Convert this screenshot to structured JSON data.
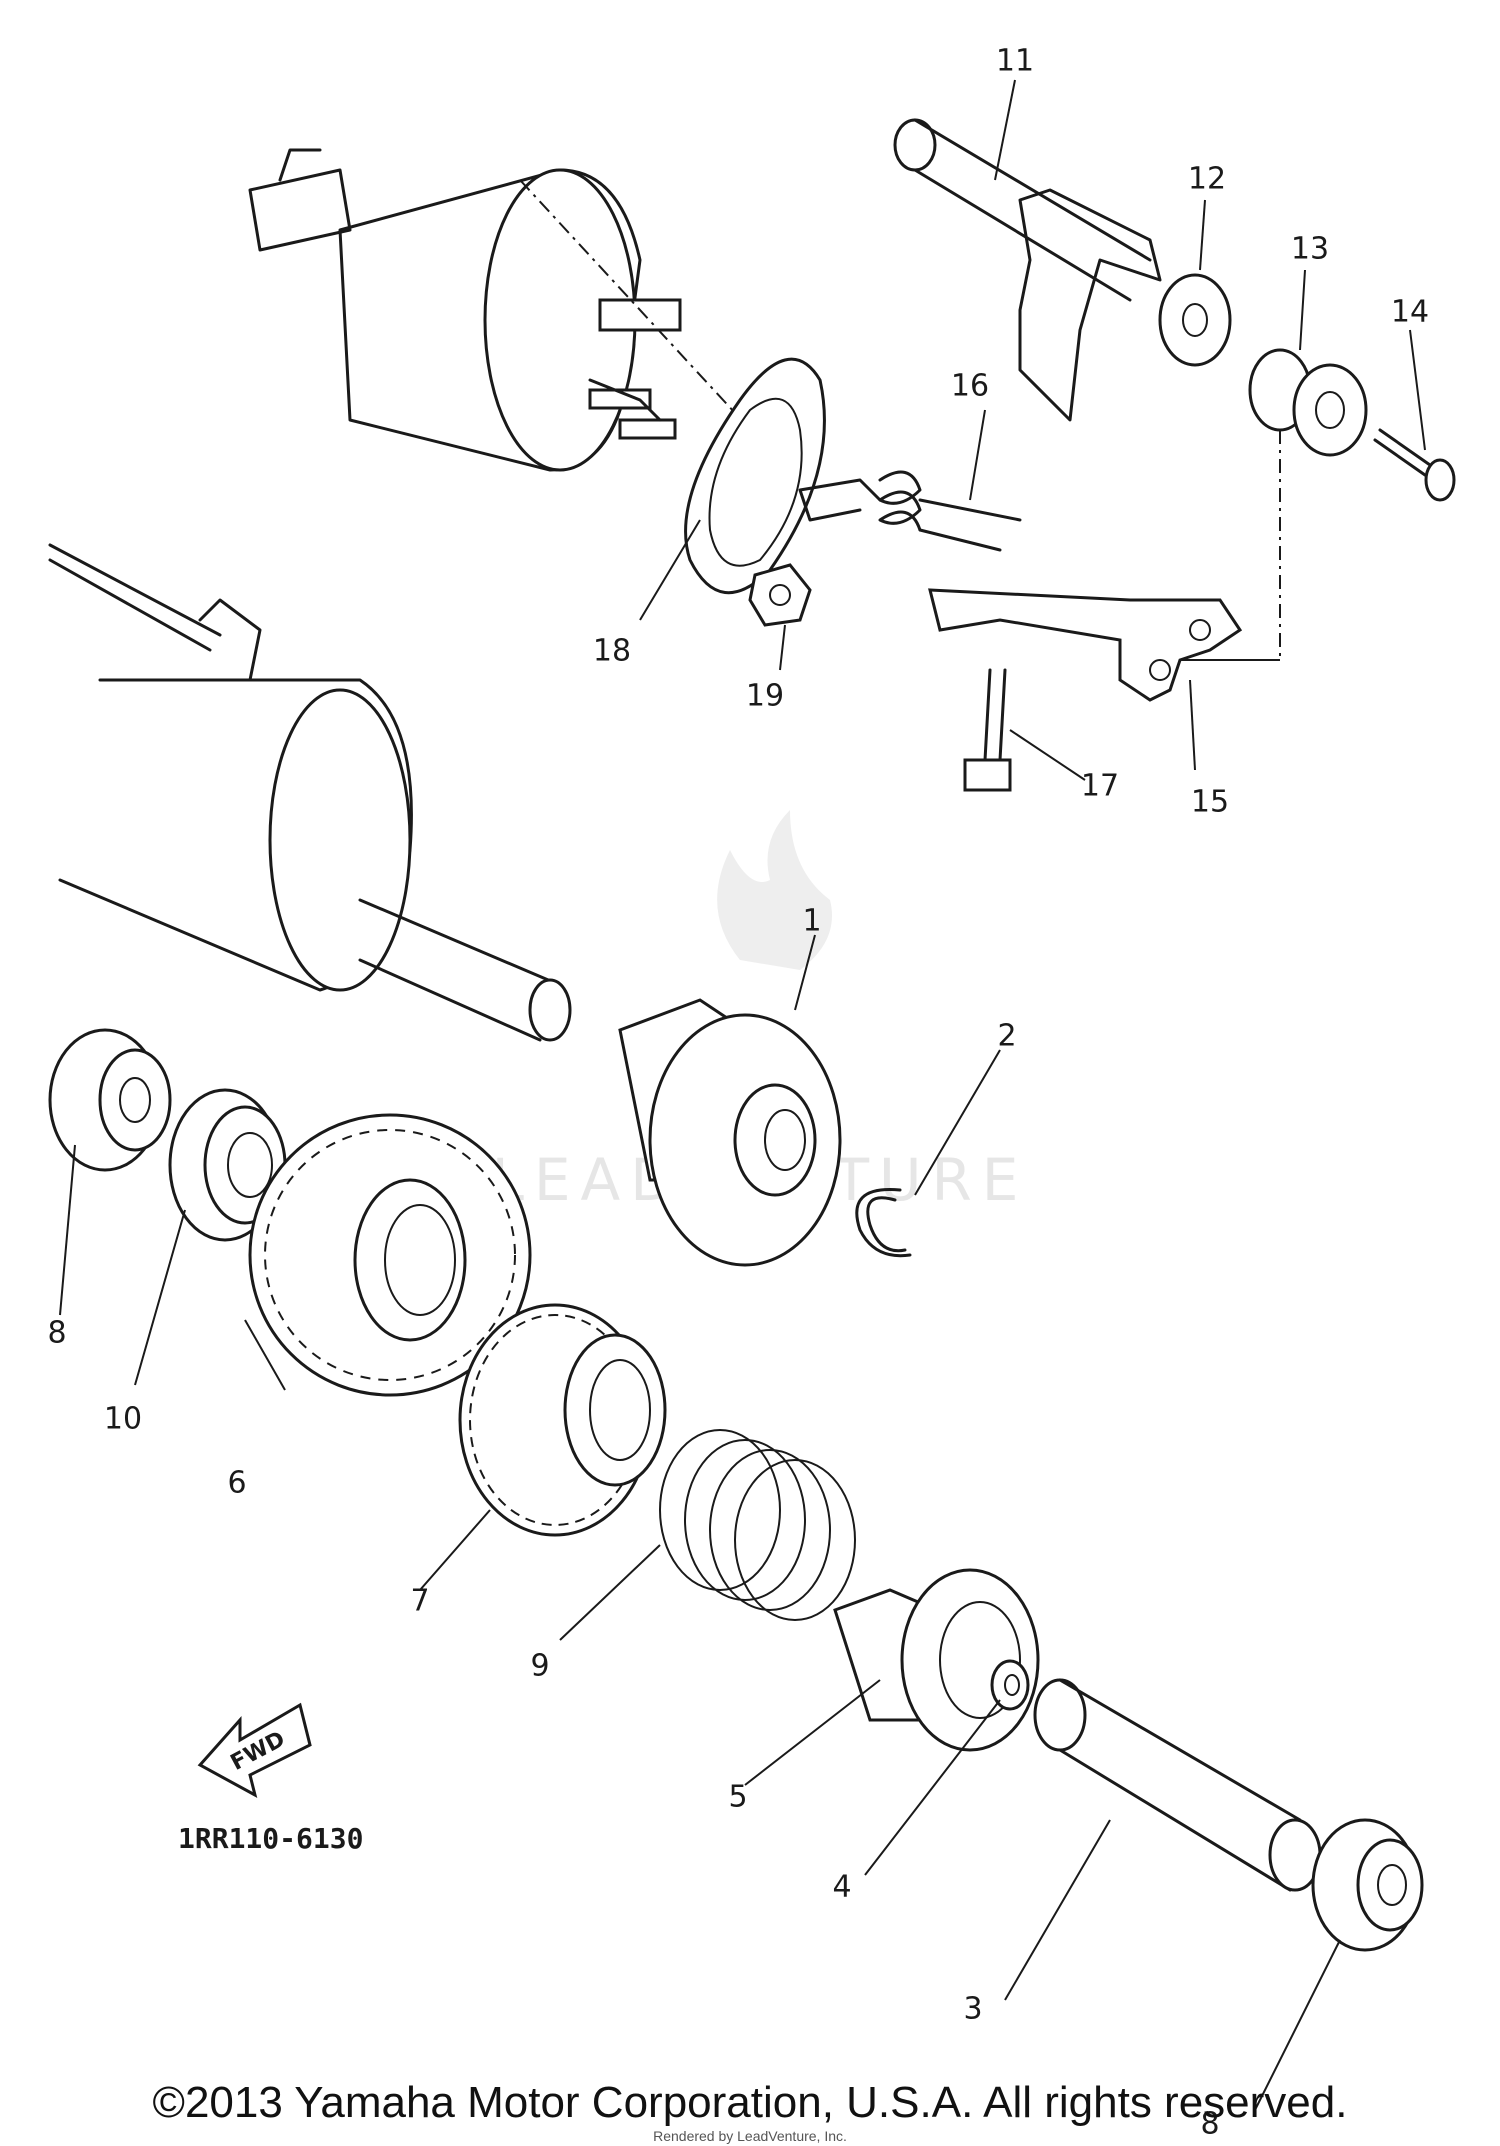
{
  "diagram": {
    "part_code": "1RR110-6130",
    "fwd_label": "FWD",
    "watermark": "LEADVENTURE",
    "callouts": [
      "1",
      "2",
      "3",
      "4",
      "5",
      "6",
      "7",
      "8",
      "9",
      "10",
      "11",
      "12",
      "13",
      "14",
      "15",
      "16",
      "17",
      "18",
      "19"
    ],
    "callout_8b": "8"
  },
  "footer": {
    "copyright": "©2013 Yamaha Motor Corporation, U.S.A. All rights reserved.",
    "rendered_by": "Rendered by LeadVenture, Inc."
  }
}
